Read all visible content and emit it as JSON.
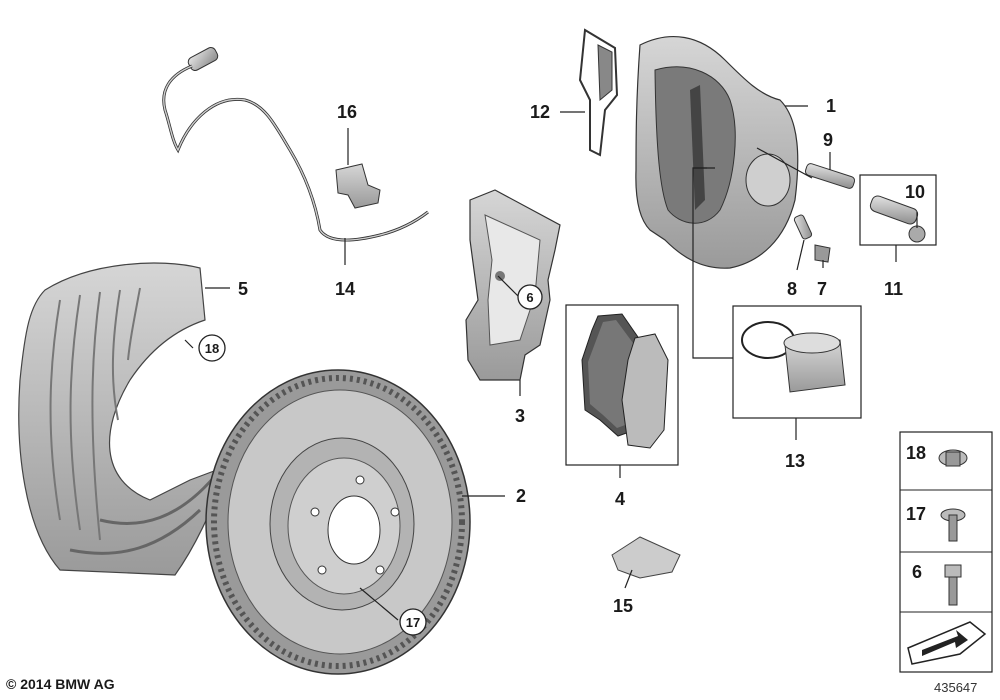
{
  "callouts": {
    "c1": "1",
    "c2": "2",
    "c3": "3",
    "c4": "4",
    "c5": "5",
    "c7": "7",
    "c8": "8",
    "c9": "9",
    "c10": "10",
    "c11": "11",
    "c12": "12",
    "c13": "13",
    "c14": "14",
    "c15": "15",
    "c16": "16"
  },
  "circled": {
    "c6": "6",
    "c17": "17",
    "c18": "18"
  },
  "legend": [
    {
      "label": "18",
      "icon": "flange-bolt-icon"
    },
    {
      "label": "17",
      "icon": "stud-bolt-icon"
    },
    {
      "label": "6",
      "icon": "hex-bolt-icon"
    }
  ],
  "footer": {
    "copyright": "© 2014 BMW AG",
    "diagram_id": "435647"
  },
  "colors": {
    "line": "#1a1a1a",
    "part_fill": "#bdbdbd",
    "part_dark": "#6e6e6e",
    "part_light": "#d9d9d9"
  }
}
